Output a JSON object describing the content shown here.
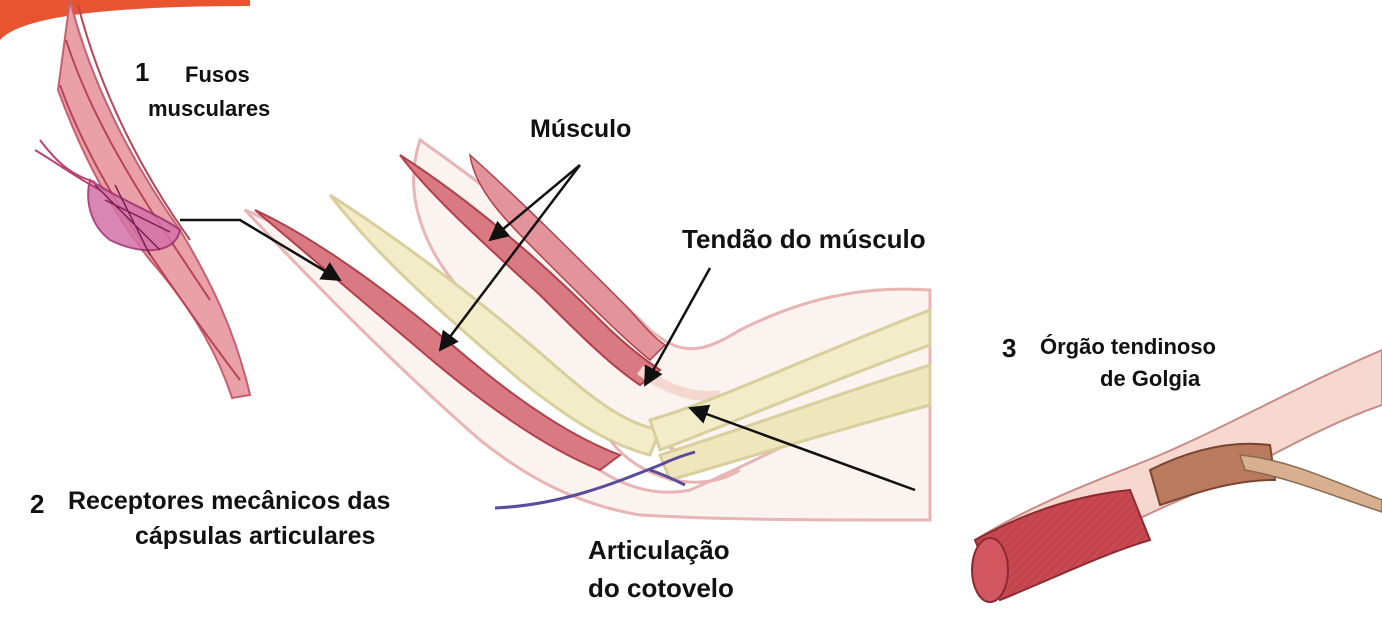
{
  "labels": {
    "fusos": {
      "number": "1",
      "line1": "Fusos",
      "line2": "musculares"
    },
    "musculo": "Músculo",
    "tendao": "Tendão do músculo",
    "golgi": {
      "number": "3",
      "line1": "Órgão tendinoso",
      "line2": "de Golgia"
    },
    "receptores": {
      "number": "2",
      "line1": "Receptores mecânicos das",
      "line2": "cápsulas articulares"
    },
    "articulacao": {
      "line1": "Articulação",
      "line2": "do cotovelo"
    }
  },
  "colors": {
    "muscle": "#d97a82",
    "muscle_dark": "#b0404c",
    "bone": "#f2ecc8",
    "bone_outline": "#d8cf9c",
    "skin_outline": "#e8b4b4",
    "nerve": "#5a4c9a",
    "accent_corner": "#e8542f"
  }
}
